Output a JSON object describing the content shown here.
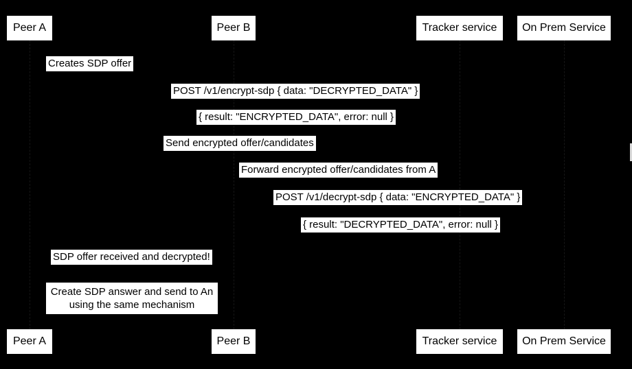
{
  "diagram": {
    "type": "sequence-diagram",
    "colors": {
      "background": "#000000",
      "box_fill": "#ffffff",
      "box_text": "#000000"
    },
    "participants": [
      "Peer A",
      "Peer B",
      "Tracker service",
      "On Prem Service"
    ],
    "messages": [
      {
        "text": "Creates SDP offer"
      },
      {
        "text": "POST /v1/encrypt-sdp { data: \"DECRYPTED_DATA\" }"
      },
      {
        "text": "{ result: \"ENCRYPTED_DATA\", error: null }"
      },
      {
        "text": "Send encrypted offer/candidates"
      },
      {
        "text": "Forward encrypted offer/candidates from A"
      },
      {
        "text": "POST /v1/decrypt-sdp { data: \"ENCRYPTED_DATA\" }"
      },
      {
        "text": "{ result: \"DECRYPTED_DATA\", error: null }"
      },
      {
        "text": "SDP offer received and decrypted!"
      }
    ],
    "note": {
      "line1": "Create SDP answer and send to An",
      "line2": "using the same mechanism"
    }
  }
}
